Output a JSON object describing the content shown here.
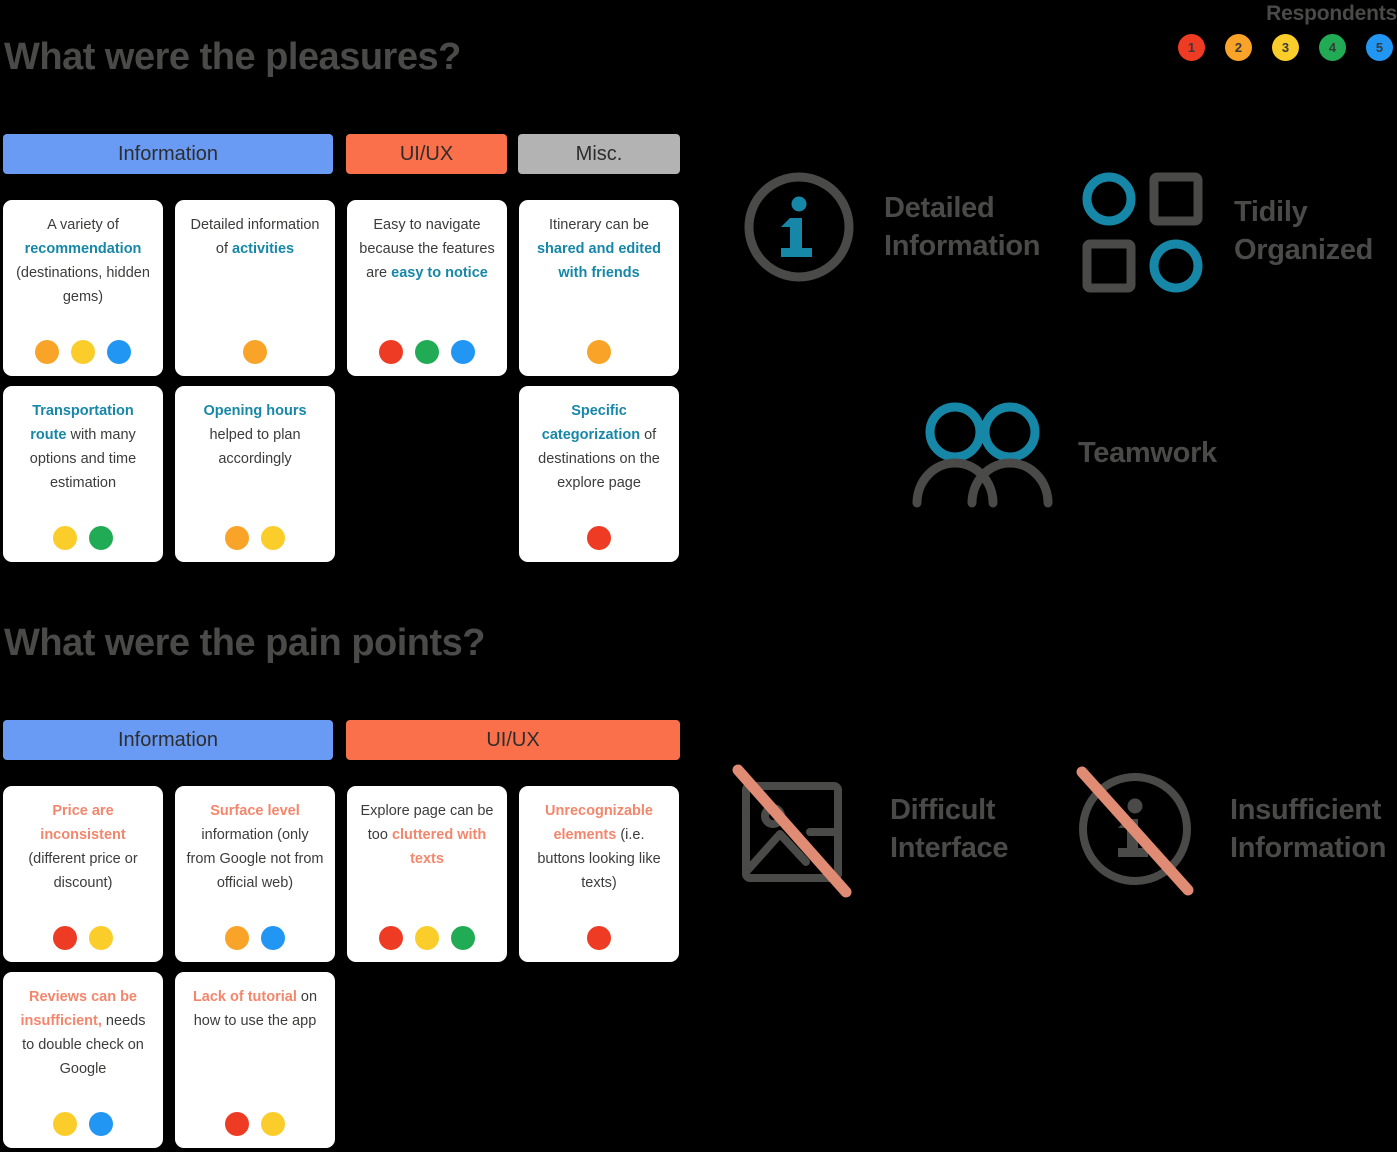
{
  "legend": {
    "title": "Respondents",
    "dots": [
      {
        "num": "1",
        "color": "#ee3b24"
      },
      {
        "num": "2",
        "color": "#f9a429"
      },
      {
        "num": "3",
        "color": "#fbcd2a"
      },
      {
        "num": "4",
        "color": "#22ab55"
      },
      {
        "num": "5",
        "color": "#2196f3"
      }
    ]
  },
  "colors": {
    "respondent_1": "#ee3b24",
    "respondent_2": "#f9a429",
    "respondent_3": "#fbcd2a",
    "respondent_4": "#22ab55",
    "respondent_5": "#2196f3",
    "cat_information": "#6a9bf4",
    "cat_uiux": "#f9704a",
    "cat_misc": "#b3b3b3",
    "highlight_positive": "#1787a8",
    "highlight_negative": "#f4866c",
    "heading": "#4a4a48",
    "icon_gray": "#4a4a48",
    "icon_teal": "#1787a8",
    "strike_salmon": "#e08b73"
  },
  "pleasures": {
    "title": "What were the pleasures?",
    "categories": [
      {
        "label": "Information",
        "color": "#6a9bf4"
      },
      {
        "label": "UI/UX",
        "color": "#f9704a"
      },
      {
        "label": "Misc.",
        "color": "#b3b3b3"
      }
    ],
    "cards": [
      {
        "parts": [
          {
            "t": "A variety of ",
            "s": "plain"
          },
          {
            "t": "recommendation",
            "s": "teal"
          },
          {
            "t": " (destinations, hidden gems)",
            "s": "plain"
          }
        ],
        "dots": [
          "#f9a429",
          "#fbcd2a",
          "#2196f3"
        ]
      },
      {
        "parts": [
          {
            "t": "Detailed information of ",
            "s": "plain"
          },
          {
            "t": "activities",
            "s": "teal"
          }
        ],
        "dots": [
          "#f9a429"
        ]
      },
      {
        "parts": [
          {
            "t": "Easy to navigate because the features are ",
            "s": "plain"
          },
          {
            "t": "easy to notice",
            "s": "teal"
          }
        ],
        "dots": [
          "#ee3b24",
          "#22ab55",
          "#2196f3"
        ]
      },
      {
        "parts": [
          {
            "t": "Itinerary can be ",
            "s": "plain"
          },
          {
            "t": "shared and edited with friends",
            "s": "teal"
          }
        ],
        "dots": [
          "#f9a429"
        ]
      },
      {
        "parts": [
          {
            "t": "Transportation route",
            "s": "teal"
          },
          {
            "t": " with many options and time estimation",
            "s": "plain"
          }
        ],
        "dots": [
          "#fbcd2a",
          "#22ab55"
        ]
      },
      {
        "parts": [
          {
            "t": "Opening hours",
            "s": "teal"
          },
          {
            "t": " helped to plan accordingly",
            "s": "plain"
          }
        ],
        "dots": [
          "#f9a429",
          "#fbcd2a"
        ]
      },
      {
        "parts": [
          {
            "t": "Specific categorization",
            "s": "teal"
          },
          {
            "t": " of destinations on the explore page",
            "s": "plain"
          }
        ],
        "dots": [
          "#ee3b24"
        ]
      }
    ]
  },
  "pains": {
    "title": "What were the pain points?",
    "categories": [
      {
        "label": "Information",
        "color": "#6a9bf4"
      },
      {
        "label": "UI/UX",
        "color": "#f9704a"
      }
    ],
    "cards": [
      {
        "parts": [
          {
            "t": "Price are inconsistent",
            "s": "salmon"
          },
          {
            "t": " (different price or discount)",
            "s": "plain"
          }
        ],
        "dots": [
          "#ee3b24",
          "#fbcd2a"
        ]
      },
      {
        "parts": [
          {
            "t": "Surface level",
            "s": "salmon"
          },
          {
            "t": " information (only from Google not from official web)",
            "s": "plain"
          }
        ],
        "dots": [
          "#f9a429",
          "#2196f3"
        ]
      },
      {
        "parts": [
          {
            "t": "Explore page can be too ",
            "s": "plain"
          },
          {
            "t": "cluttered with texts",
            "s": "salmon"
          }
        ],
        "dots": [
          "#ee3b24",
          "#fbcd2a",
          "#22ab55"
        ]
      },
      {
        "parts": [
          {
            "t": "Unrecognizable elements",
            "s": "salmon"
          },
          {
            "t": " (i.e. buttons looking like texts)",
            "s": "plain"
          }
        ],
        "dots": [
          "#ee3b24"
        ]
      },
      {
        "parts": [
          {
            "t": "Reviews can be insufficient,",
            "s": "salmon"
          },
          {
            "t": " needs to double check on Google",
            "s": "plain"
          }
        ],
        "dots": [
          "#fbcd2a",
          "#2196f3"
        ]
      },
      {
        "parts": [
          {
            "t": "Lack of tutorial",
            "s": "salmon"
          },
          {
            "t": " on how to use the app",
            "s": "plain"
          }
        ],
        "dots": [
          "#ee3b24",
          "#fbcd2a"
        ]
      }
    ]
  },
  "illustrations": {
    "detailed_information": {
      "label": "Detailed\nInformation",
      "icon": "info-circle-icon"
    },
    "tidily_organized": {
      "label": "Tidily\nOrganized",
      "icon": "shapes-grid-icon"
    },
    "teamwork": {
      "label": "Teamwork",
      "icon": "two-people-icon"
    },
    "difficult_interface": {
      "label": "Difficult\nInterface",
      "icon": "broken-image-icon"
    },
    "insufficient_information": {
      "label": "Insufficient\nInformation",
      "icon": "no-info-circle-icon"
    }
  }
}
